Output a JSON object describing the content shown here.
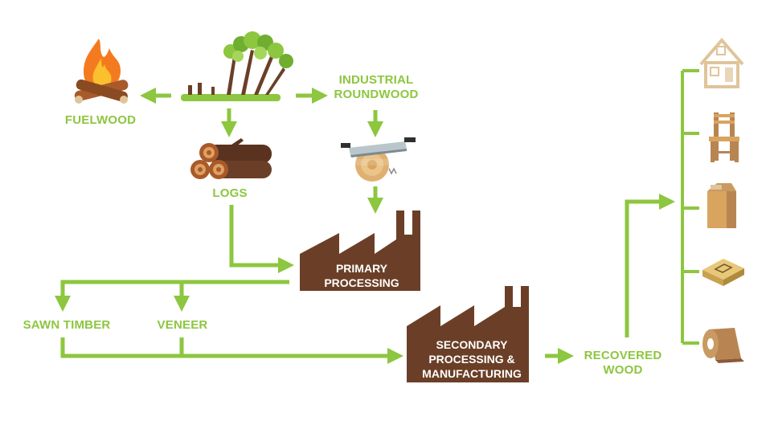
{
  "colors": {
    "arrow": "#8dc63f",
    "factory": "#6b3f27",
    "wood_light": "#e0c49a",
    "wood_dark": "#8a5a3a",
    "fire_orange": "#f47a20",
    "fire_yellow": "#fbc02d",
    "tree_green": "#8dc63f"
  },
  "labels": {
    "fuelwood": "FUELWOOD",
    "logs": "LOGS",
    "industrial_roundwood_line1": "INDUSTRIAL",
    "industrial_roundwood_line2": "ROUNDWOOD",
    "primary_line1": "PRIMARY",
    "primary_line2": "PROCESSING",
    "sawn_timber": "SAWN TIMBER",
    "veneer": "VENEER",
    "secondary_line1": "SECONDARY",
    "secondary_line2": "PROCESSING &",
    "secondary_line3": "MANUFACTURING",
    "recovered_line1": "RECOVERED",
    "recovered_line2": "WOOD"
  },
  "icons": {
    "forest": "forest-icon",
    "fire": "campfire-icon",
    "logs": "log-pile-icon",
    "saw": "saw-log-icon",
    "house": "house-icon",
    "chair": "chair-icon",
    "carton": "carton-icon",
    "board": "board-icon",
    "paper_roll": "paper-roll-icon"
  }
}
